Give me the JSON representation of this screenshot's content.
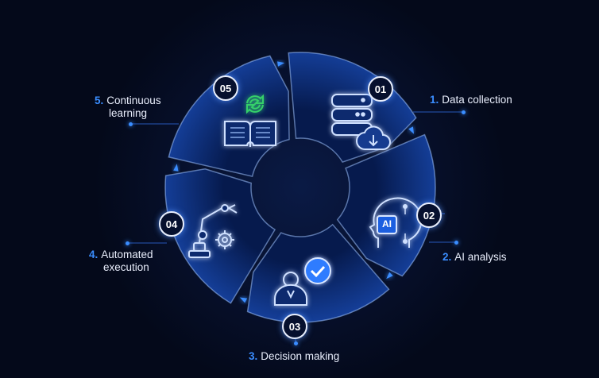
{
  "colors": {
    "background": "#04091a",
    "segment": "#0d2f7a",
    "accent": "#3a8dff",
    "highlight": "#9fc3ff",
    "refresh": "#35d06a"
  },
  "steps": [
    {
      "badge": "01",
      "num": "1.",
      "label": "Data collection",
      "label_cont": "",
      "icon": "database-cloud-download-icon"
    },
    {
      "badge": "02",
      "num": "2.",
      "label": "AI analysis",
      "label_cont": "",
      "icon": "ai-brain-head-icon",
      "icon_text": "AI"
    },
    {
      "badge": "03",
      "num": "3.",
      "label": "Decision making",
      "label_cont": "",
      "icon": "person-checkmark-icon"
    },
    {
      "badge": "04",
      "num": "4.",
      "label": "Automated",
      "label_cont": "execution",
      "icon": "robotic-arm-gear-icon"
    },
    {
      "badge": "05",
      "num": "5.",
      "label": "Continuous",
      "label_cont": "learning",
      "icon": "book-refresh-icon"
    }
  ]
}
